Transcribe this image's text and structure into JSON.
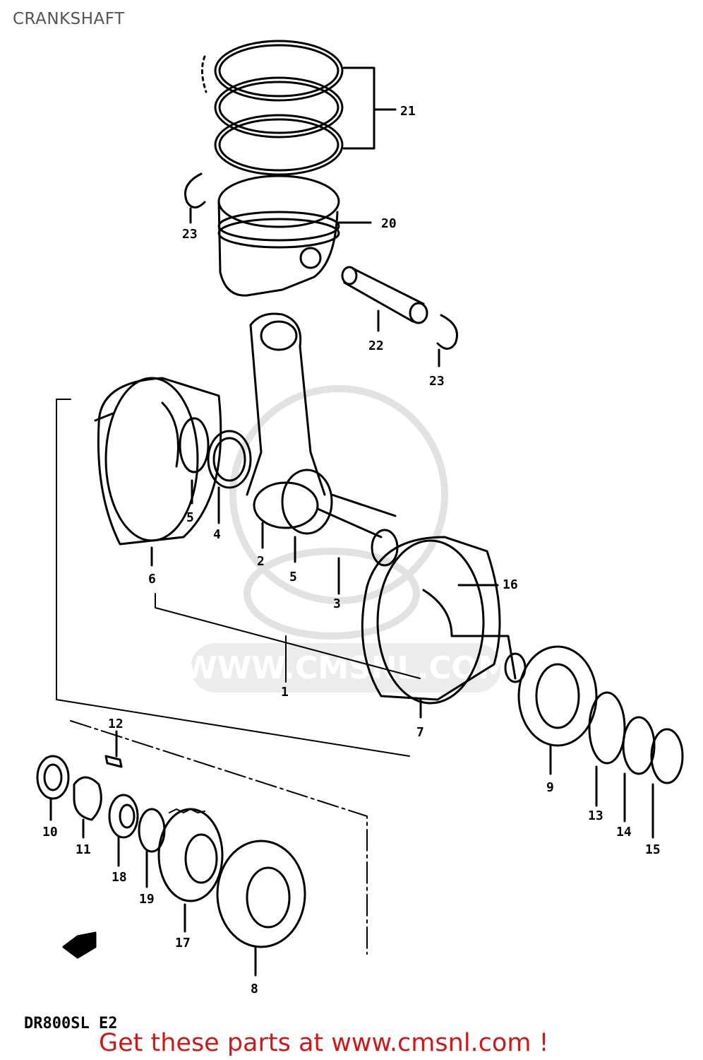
{
  "title": "CRANKSHAFT",
  "model_code": "DR800SL E2",
  "watermark": "WWW.CMSNL.COM",
  "promo": "Get these parts at www.cmsnl.com !",
  "callouts": [
    {
      "id": "21",
      "text": "21"
    },
    {
      "id": "20",
      "text": "20"
    },
    {
      "id": "23a",
      "text": "23"
    },
    {
      "id": "22",
      "text": "22"
    },
    {
      "id": "23b",
      "text": "23"
    },
    {
      "id": "5a",
      "text": "5"
    },
    {
      "id": "4",
      "text": "4"
    },
    {
      "id": "2",
      "text": "2"
    },
    {
      "id": "5b",
      "text": "5"
    },
    {
      "id": "3",
      "text": "3"
    },
    {
      "id": "6",
      "text": "6"
    },
    {
      "id": "16",
      "text": "16"
    },
    {
      "id": "1",
      "text": "1"
    },
    {
      "id": "7",
      "text": "7"
    },
    {
      "id": "12",
      "text": "12"
    },
    {
      "id": "9",
      "text": "9"
    },
    {
      "id": "13",
      "text": "13"
    },
    {
      "id": "14",
      "text": "14"
    },
    {
      "id": "15",
      "text": "15"
    },
    {
      "id": "10",
      "text": "10"
    },
    {
      "id": "11",
      "text": "11"
    },
    {
      "id": "18",
      "text": "18"
    },
    {
      "id": "19",
      "text": "19"
    },
    {
      "id": "17",
      "text": "17"
    },
    {
      "id": "8",
      "text": "8"
    }
  ],
  "colors": {
    "line": "#000000",
    "watermark": "#e2e2e2",
    "promo": "#d01818",
    "title": "#555555"
  }
}
